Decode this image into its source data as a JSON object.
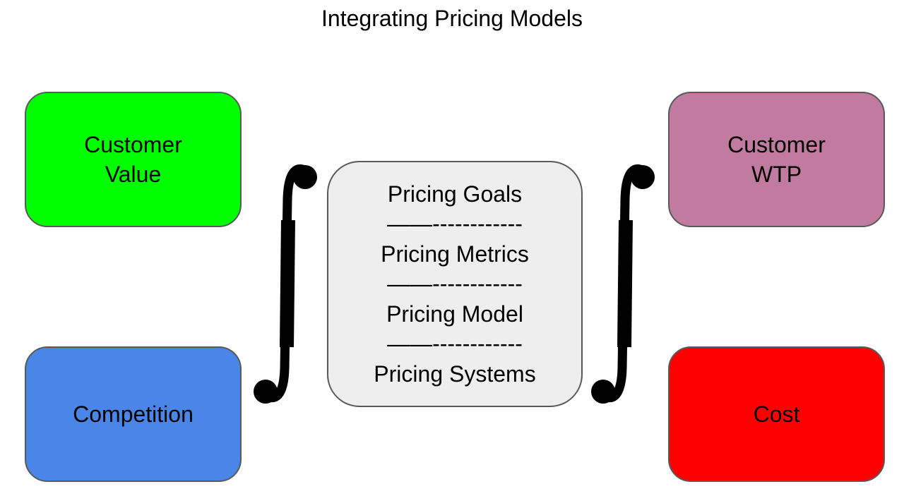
{
  "title": "Integrating Pricing Models",
  "boxes": {
    "customer_value": {
      "line1": "Customer",
      "line2": "Value",
      "color": "#00ff00"
    },
    "competition": {
      "label": "Competition",
      "color": "#4a86e8"
    },
    "customer_wtp": {
      "line1": "Customer",
      "line2": "WTP",
      "color": "#c27ba0"
    },
    "cost": {
      "label": "Cost",
      "color": "#ff0000"
    }
  },
  "center": {
    "items": [
      "Pricing Goals",
      "Pricing Metrics",
      "Pricing Model",
      "Pricing Systems"
    ],
    "separator": "——------------"
  },
  "icons": [
    "integral-icon-left",
    "integral-icon-right"
  ]
}
